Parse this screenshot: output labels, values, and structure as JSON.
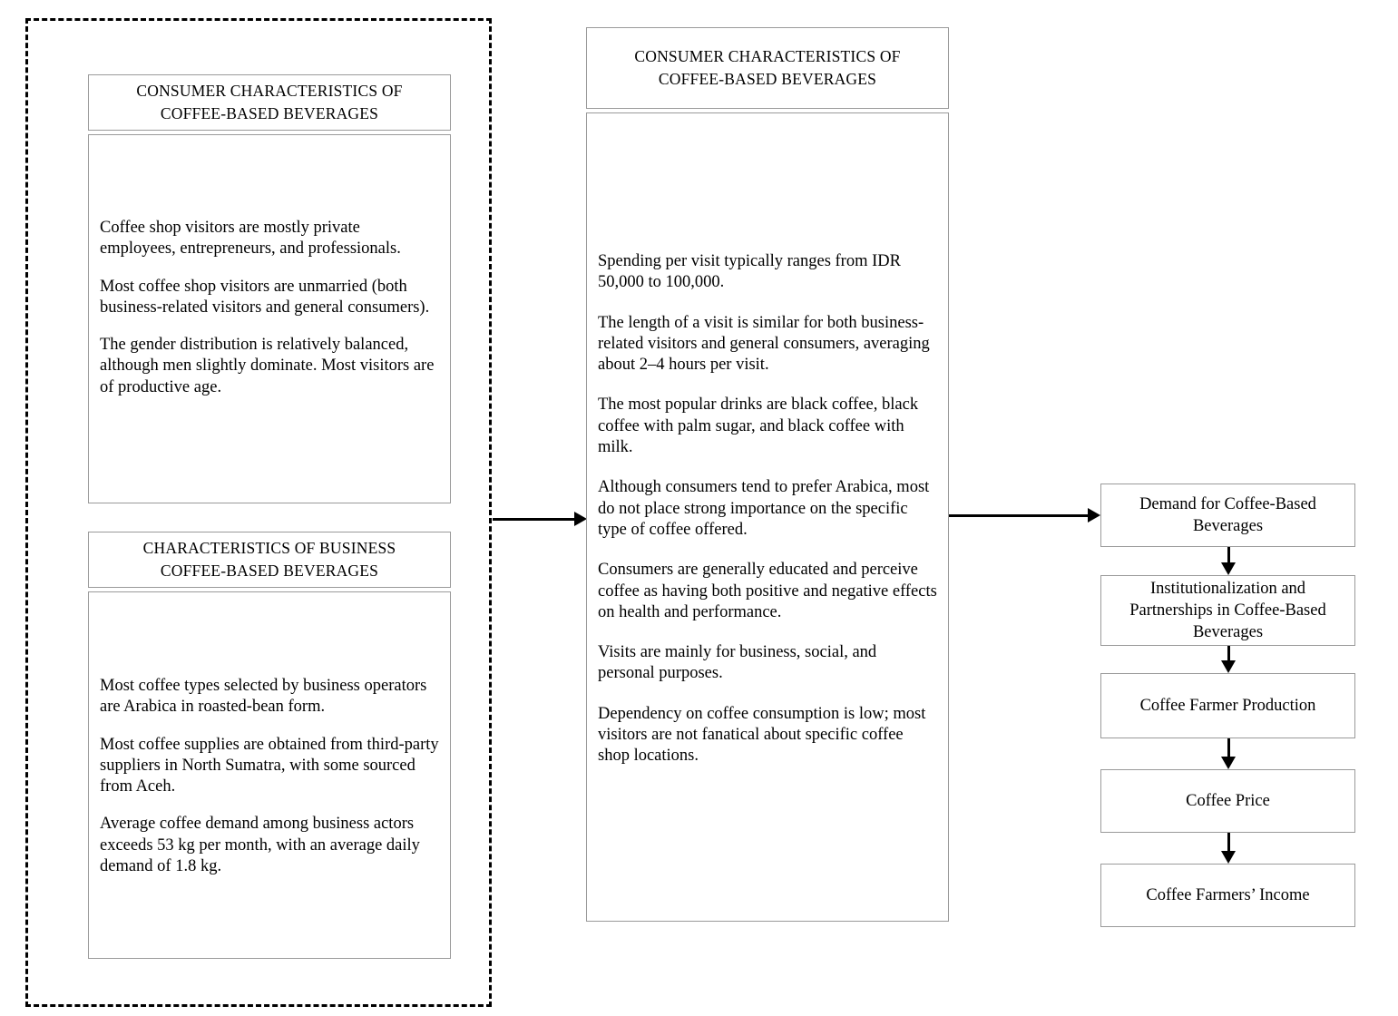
{
  "diagram": {
    "title": "Coffee-Based Beverage Consumer and Business Characteristics Flow",
    "colors": {
      "box_border": "#9a9a9a",
      "frame_border": "#000000",
      "arrow": "#000000",
      "background": "#ffffff",
      "text": "#000000"
    }
  },
  "left_group": {
    "consumer_panel": {
      "header": "CONSUMER CHARACTERISTICS OF COFFEE-BASED BEVERAGES",
      "paragraphs": [
        "Coffee shop visitors are mostly private employees, entrepreneurs, and professionals.",
        "Most coffee shop visitors are unmarried (both business-related visitors and general consumers).",
        "The gender distribution is relatively balanced, although men slightly dominate. Most visitors are of productive age."
      ]
    },
    "business_panel": {
      "header": "CHARACTERISTICS OF BUSINESS COFFEE-BASED BEVERAGES",
      "paragraphs": [
        "Most coffee types selected by business operators are Arabica in roasted-bean form.",
        "Most coffee supplies are obtained from third-party suppliers in North Sumatra, with some sourced from Aceh.",
        "Average coffee demand among business actors exceeds 53 kg per month, with an average daily demand of 1.8 kg."
      ]
    }
  },
  "middle_panel": {
    "header": "CONSUMER CHARACTERISTICS OF COFFEE-BASED BEVERAGES",
    "paragraphs": [
      "Spending per visit typically ranges from IDR 50,000 to 100,000.",
      "The length of a visit is similar for both business-related visitors and general consumers, averaging about 2–4 hours per visit.",
      "The most popular drinks are black coffee, black coffee with palm sugar, and black coffee with milk.",
      "Although consumers tend to prefer Arabica, most do not place strong importance on the specific type of coffee offered.",
      "Consumers are generally educated and perceive coffee as having both positive and negative effects on health and performance.",
      "Visits are mainly for business, social, and personal purposes.",
      "Dependency on coffee consumption is low; most visitors are not fanatical about specific coffee shop locations."
    ]
  },
  "outcome_chain": {
    "nodes": [
      "Demand for Coffee-Based Beverages",
      "Institutionalization and Partnerships in Coffee-Based Beverages",
      "Coffee Farmer Production",
      "Coffee Price",
      "Coffee Farmers’ Income"
    ]
  },
  "connectors": {
    "left_to_middle": "arrow-right",
    "middle_to_chain": "arrow-right",
    "chain_links": [
      "arrow-down",
      "arrow-down",
      "arrow-down",
      "arrow-down"
    ]
  }
}
